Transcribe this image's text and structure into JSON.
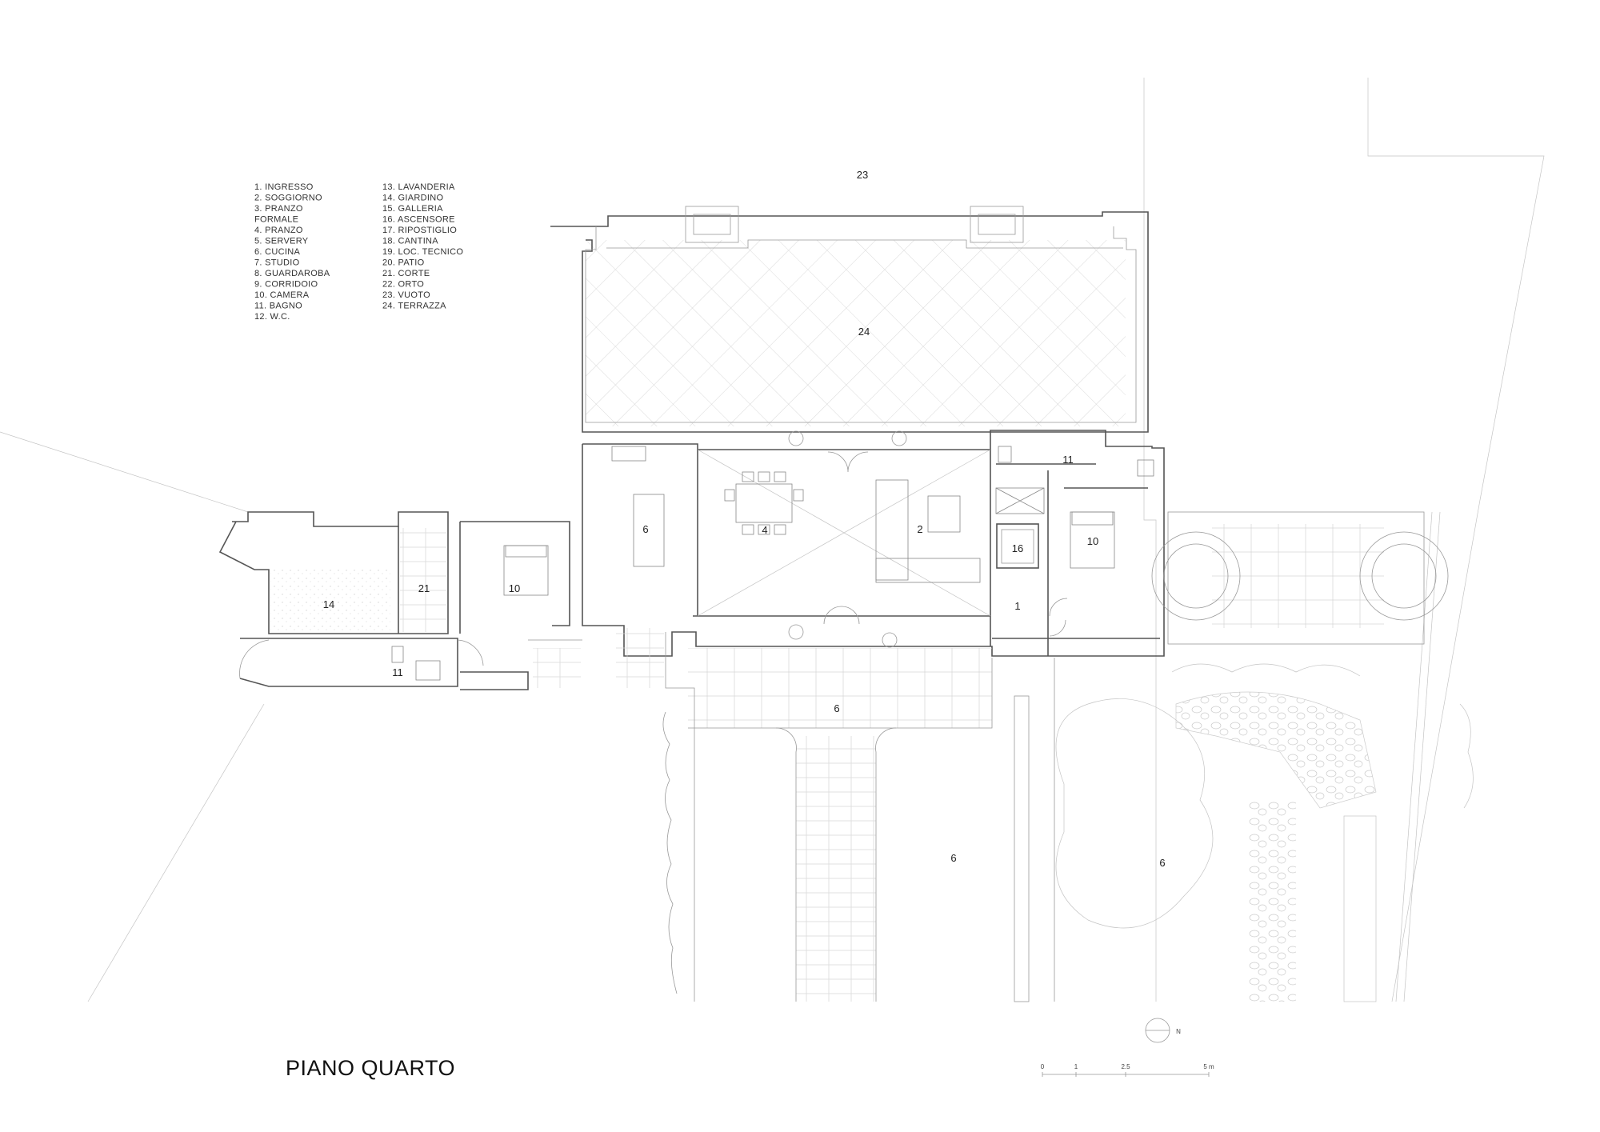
{
  "legend": {
    "col1": [
      "1.    INGRESSO",
      "2.    SOGGIORNO",
      "3.    PRANZO",
      "        FORMALE",
      "4.    PRANZO",
      "5.    SERVERY",
      "6.    CUCINA",
      "7.    STUDIO",
      "8.    GUARDAROBA",
      "9.    CORRIDOIO",
      "10.  CAMERA",
      "11.  BAGNO",
      "12.  W.C."
    ],
    "col2": [
      "13.  LAVANDERIA",
      "14.  GIARDINO",
      "15.  GALLERIA",
      "16.  ASCENSORE",
      "17.  RIPOSTIGLIO",
      "18.  CANTINA",
      "19.  LOC. TECNICO",
      "20.  PATIO",
      "21.  CORTE",
      "22.  ORTO",
      "23.  VUOTO",
      "24.  TERRAZZA"
    ]
  },
  "rooms": {
    "r23": "23",
    "r24": "24",
    "r11_right": "11",
    "r6_kitchen": "6",
    "r4": "4",
    "r2": "2",
    "r16": "16",
    "r10_right": "10",
    "r1": "1",
    "r14": "14",
    "r21": "21",
    "r10_left": "10",
    "r11_left": "11",
    "r6_garden_top": "6",
    "r6_garden_mid": "6",
    "r6_garden_right": "6"
  },
  "north": {
    "label": "N"
  },
  "scale_bar": {
    "labels": [
      "0",
      "1",
      "2.5",
      "5 m"
    ]
  },
  "title": "PIANO QUARTO"
}
